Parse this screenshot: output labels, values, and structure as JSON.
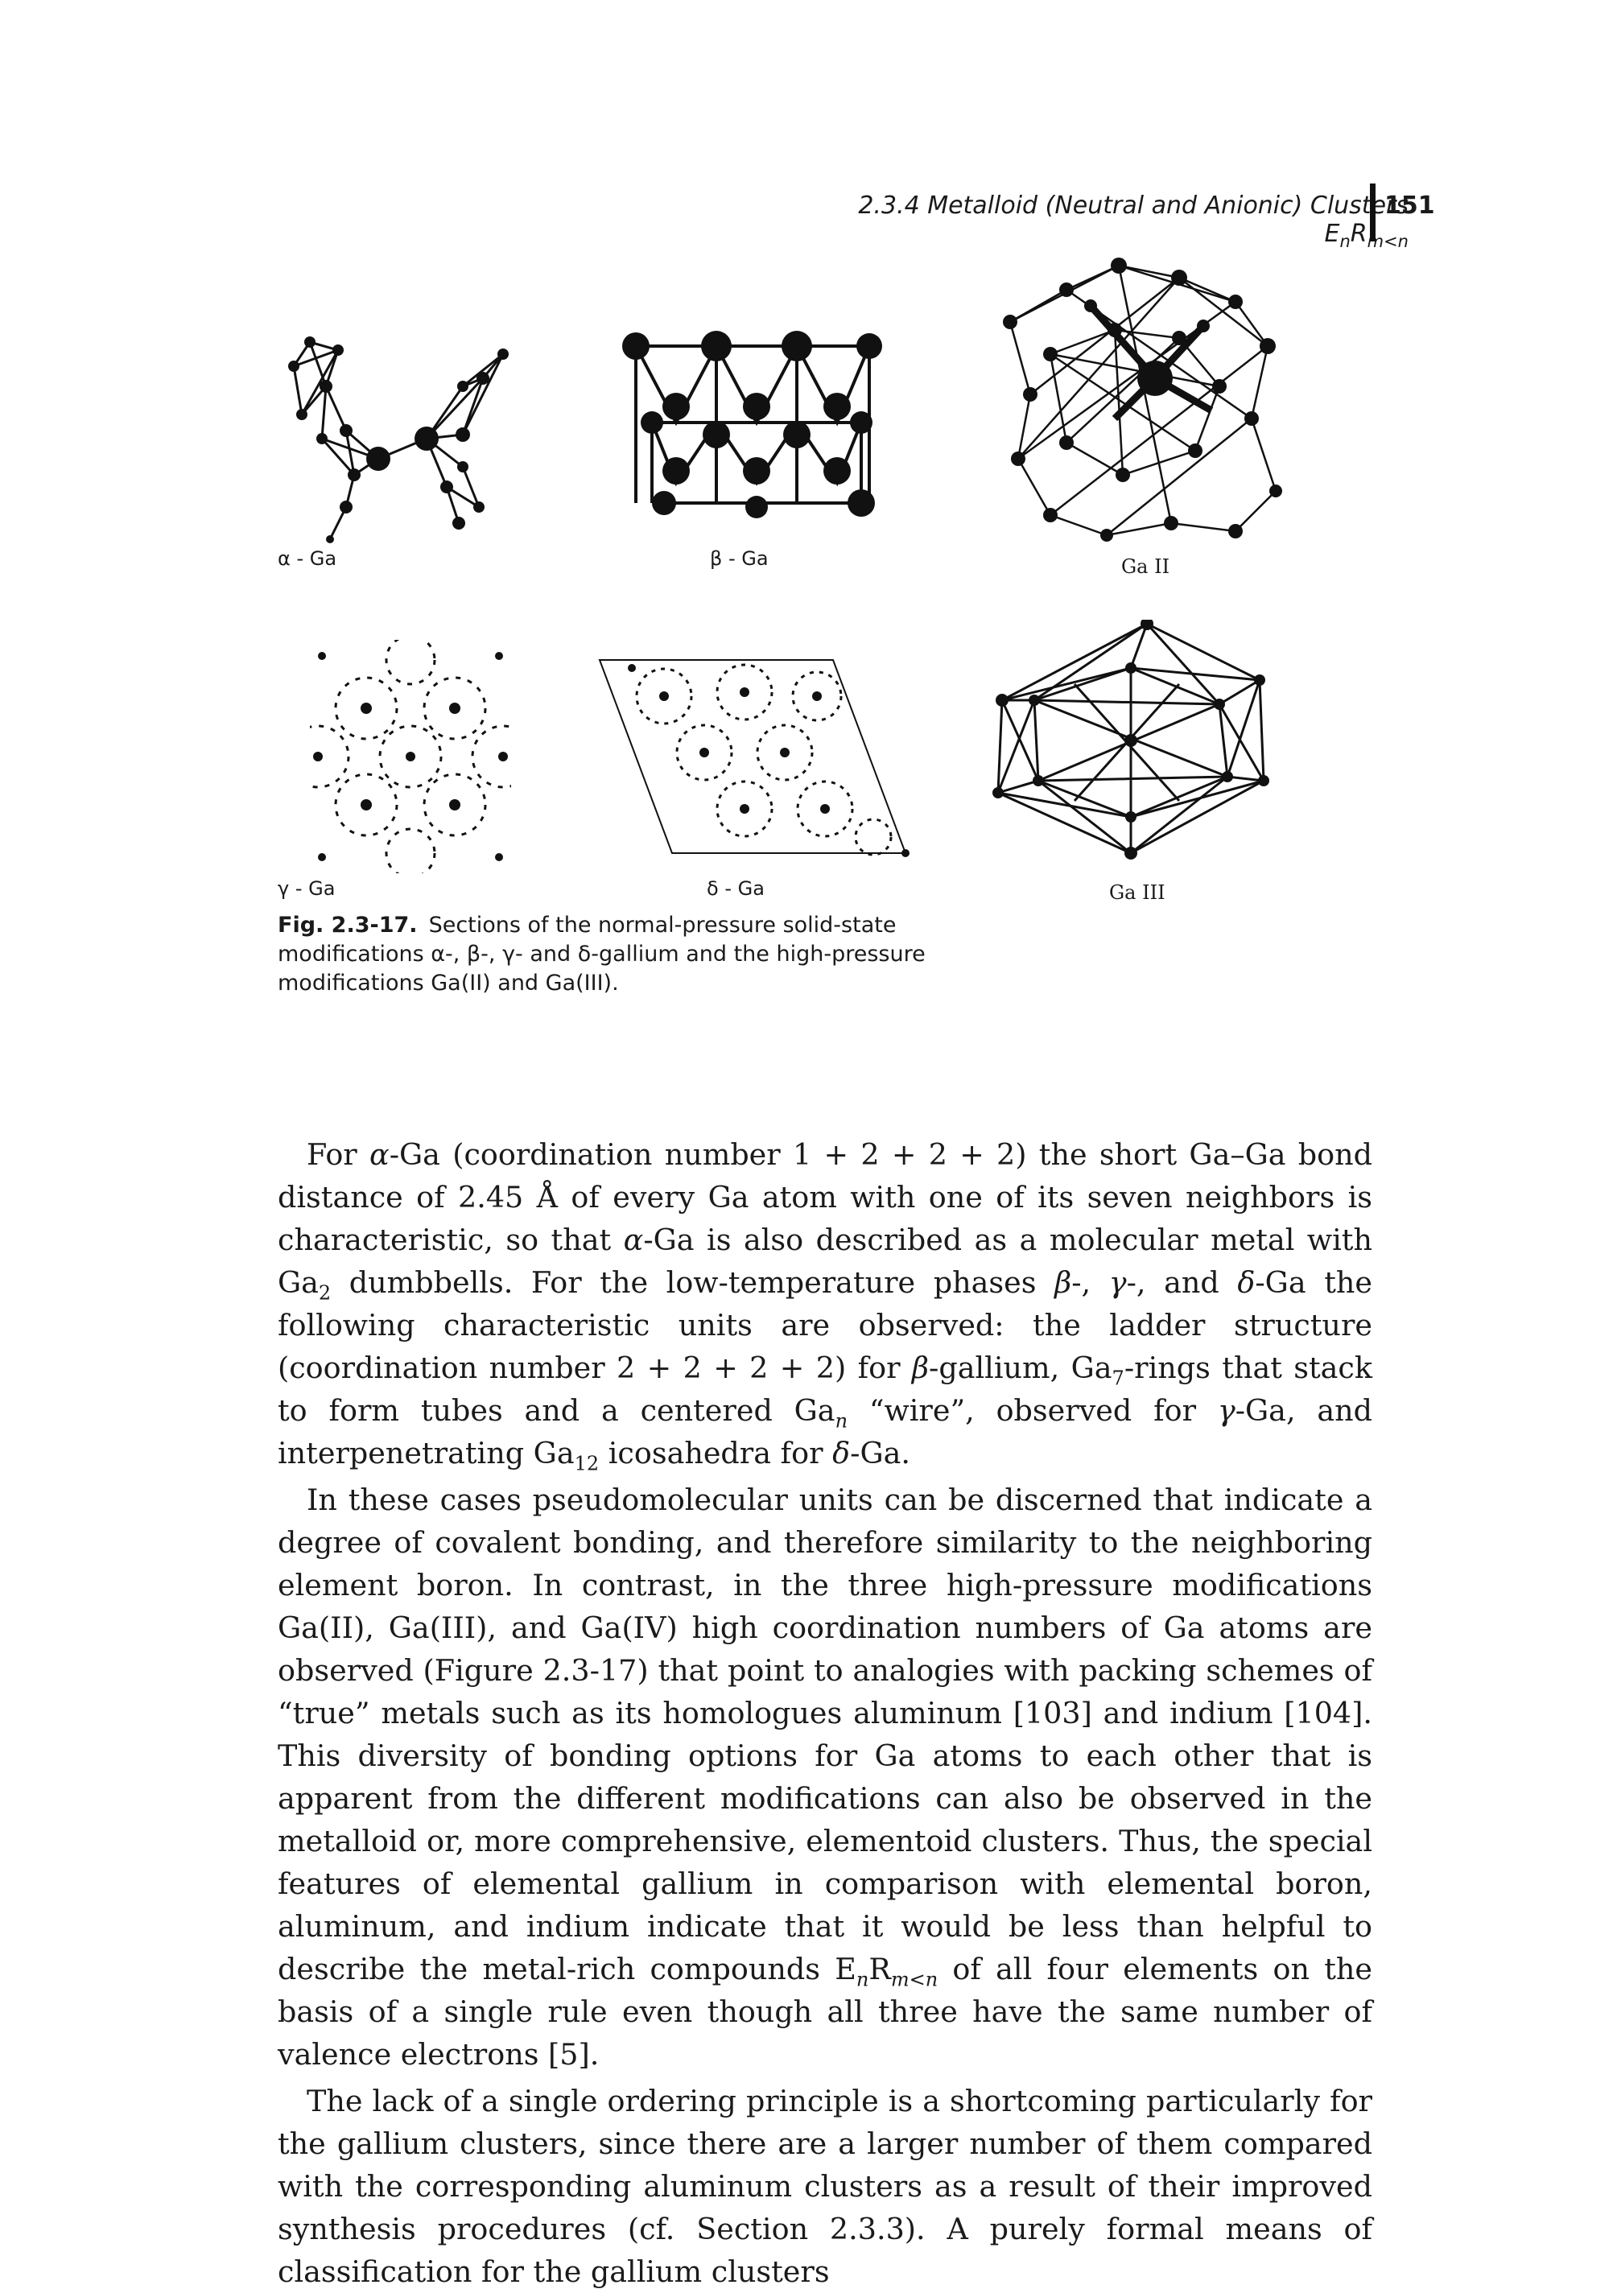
{
  "header": {
    "running_title": "2.3.4 Metalloid (Neutral and Anionic) Clusters E",
    "running_title_sub1": "n",
    "running_title_mid": "R",
    "running_title_sub2": "m<n",
    "page_number": "151"
  },
  "figure": {
    "panels": {
      "alpha": "α - Ga",
      "beta": "β - Ga",
      "gaII": "Ga II",
      "gamma": "γ - Ga",
      "delta": "δ - Ga",
      "gaIII": "Ga III"
    },
    "caption_number": "Fig. 2.3-17.",
    "caption_text": "Sections of the normal-pressure solid-state modifications α-, β-, γ- and δ-gallium and the high-pressure modifications Ga(II) and Ga(III)."
  },
  "body": {
    "p1_a": "For ",
    "p1_alpha": "α",
    "p1_b": "-Ga (coordination number 1 + 2 + 2 + 2) the short Ga–Ga bond distance of 2.45 Å of every Ga atom with one of its seven neighbors is characteristic, so that ",
    "p1_alpha2": "α",
    "p1_c": "-Ga is also described as a molecular metal with Ga",
    "p1_sub2": "2",
    "p1_d": " dumbbells. For the low-temperature phases ",
    "p1_beta": "β",
    "p1_e": "-, ",
    "p1_gamma": "γ",
    "p1_f": "-, and ",
    "p1_delta": "δ",
    "p1_g": "-Ga the following characteristic units are observed: the ladder structure (coordination number 2 + 2 + 2 + 2) for ",
    "p1_beta2": "β",
    "p1_h": "-gallium, Ga",
    "p1_sub7": "7",
    "p1_i": "-rings that stack to form tubes and a centered Ga",
    "p1_subn": "n",
    "p1_j": " “wire”, observed for ",
    "p1_gamma2": "γ",
    "p1_k": "-Ga, and interpenetrating Ga",
    "p1_sub12": "12",
    "p1_l": " icosahedra for ",
    "p1_delta2": "δ",
    "p1_m": "-Ga.",
    "p2_a": "In these cases pseudomolecular units can be discerned that indicate a degree of covalent bonding, and therefore similarity to the neighboring element boron. In contrast, in the three high-pressure modifications Ga(II), Ga(III), and Ga(IV) high coordination numbers of Ga atoms are observed (Figure 2.3-17) that point to analogies with packing schemes of “true” metals such as its homologues aluminum [103] and indium [104]. This diversity of bonding options for Ga atoms to each other that is apparent from the different modifications can also be observed in the metalloid or, more comprehensive, elementoid clusters. Thus, the special features of elemental gallium in comparison with elemental boron, aluminum, and indium indicate that it would be less than helpful to describe the metal-rich compounds E",
    "p2_sub_n": "n",
    "p2_r": "R",
    "p2_sub_m": "m<n",
    "p2_b": " of all four elements on the basis of a single rule even though all three have the same number of valence electrons [5].",
    "p3": "The lack of a single ordering principle is a shortcoming particularly for the gallium clusters, since there are a larger number of them compared with the corresponding aluminum clusters as a result of their improved synthesis procedures (cf. Section 2.3.3). A purely formal means of classification for the gallium clusters"
  }
}
